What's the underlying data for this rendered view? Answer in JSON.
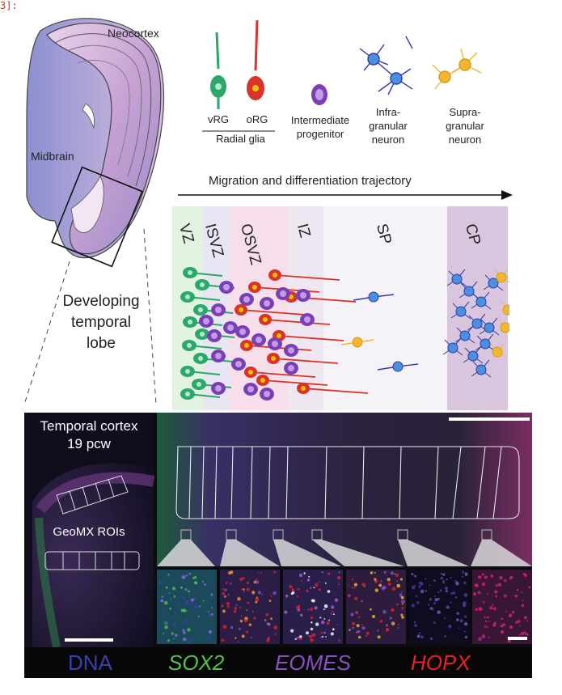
{
  "cell_indicator": "3]:",
  "brain": {
    "neocortex_label": "Neocortex",
    "midbrain_label": "Midbrain",
    "lobe_label_lines": [
      "Developing",
      "temporal",
      "lobe"
    ]
  },
  "legend": {
    "vrg": "vRG",
    "org": "oRG",
    "radial_glia": "Radial glia",
    "intermediate_progenitor": [
      "Intermediate",
      "progenitor"
    ],
    "infragranular_neuron": [
      "Infra-",
      "granular",
      "neuron"
    ],
    "supragranular_neuron": [
      "Supra-",
      "granular",
      "neuron"
    ]
  },
  "trajectory_label": "Migration and differentiation trajectory",
  "zones": [
    "VZ",
    "ISVZ",
    "OSVZ",
    "IZ",
    "SP",
    "CP"
  ],
  "micro": {
    "title_lines": [
      "Temporal cortex",
      "19 pcw"
    ],
    "roi_label": "GeoMX ROIs"
  },
  "stain_legend": [
    {
      "label": "DNA",
      "color": "#3b3fb0"
    },
    {
      "label": "SOX2",
      "color": "#4fc24f"
    },
    {
      "label": "EOMES",
      "color": "#8a4fc0"
    },
    {
      "label": "HOPX",
      "color": "#e8202a"
    }
  ],
  "colors": {
    "vrg": "#2aa86a",
    "org": "#d8342a",
    "intermediate": "#7b3fb5",
    "infragranular": "#2f3aa8",
    "supragranular": "#f2b632"
  }
}
